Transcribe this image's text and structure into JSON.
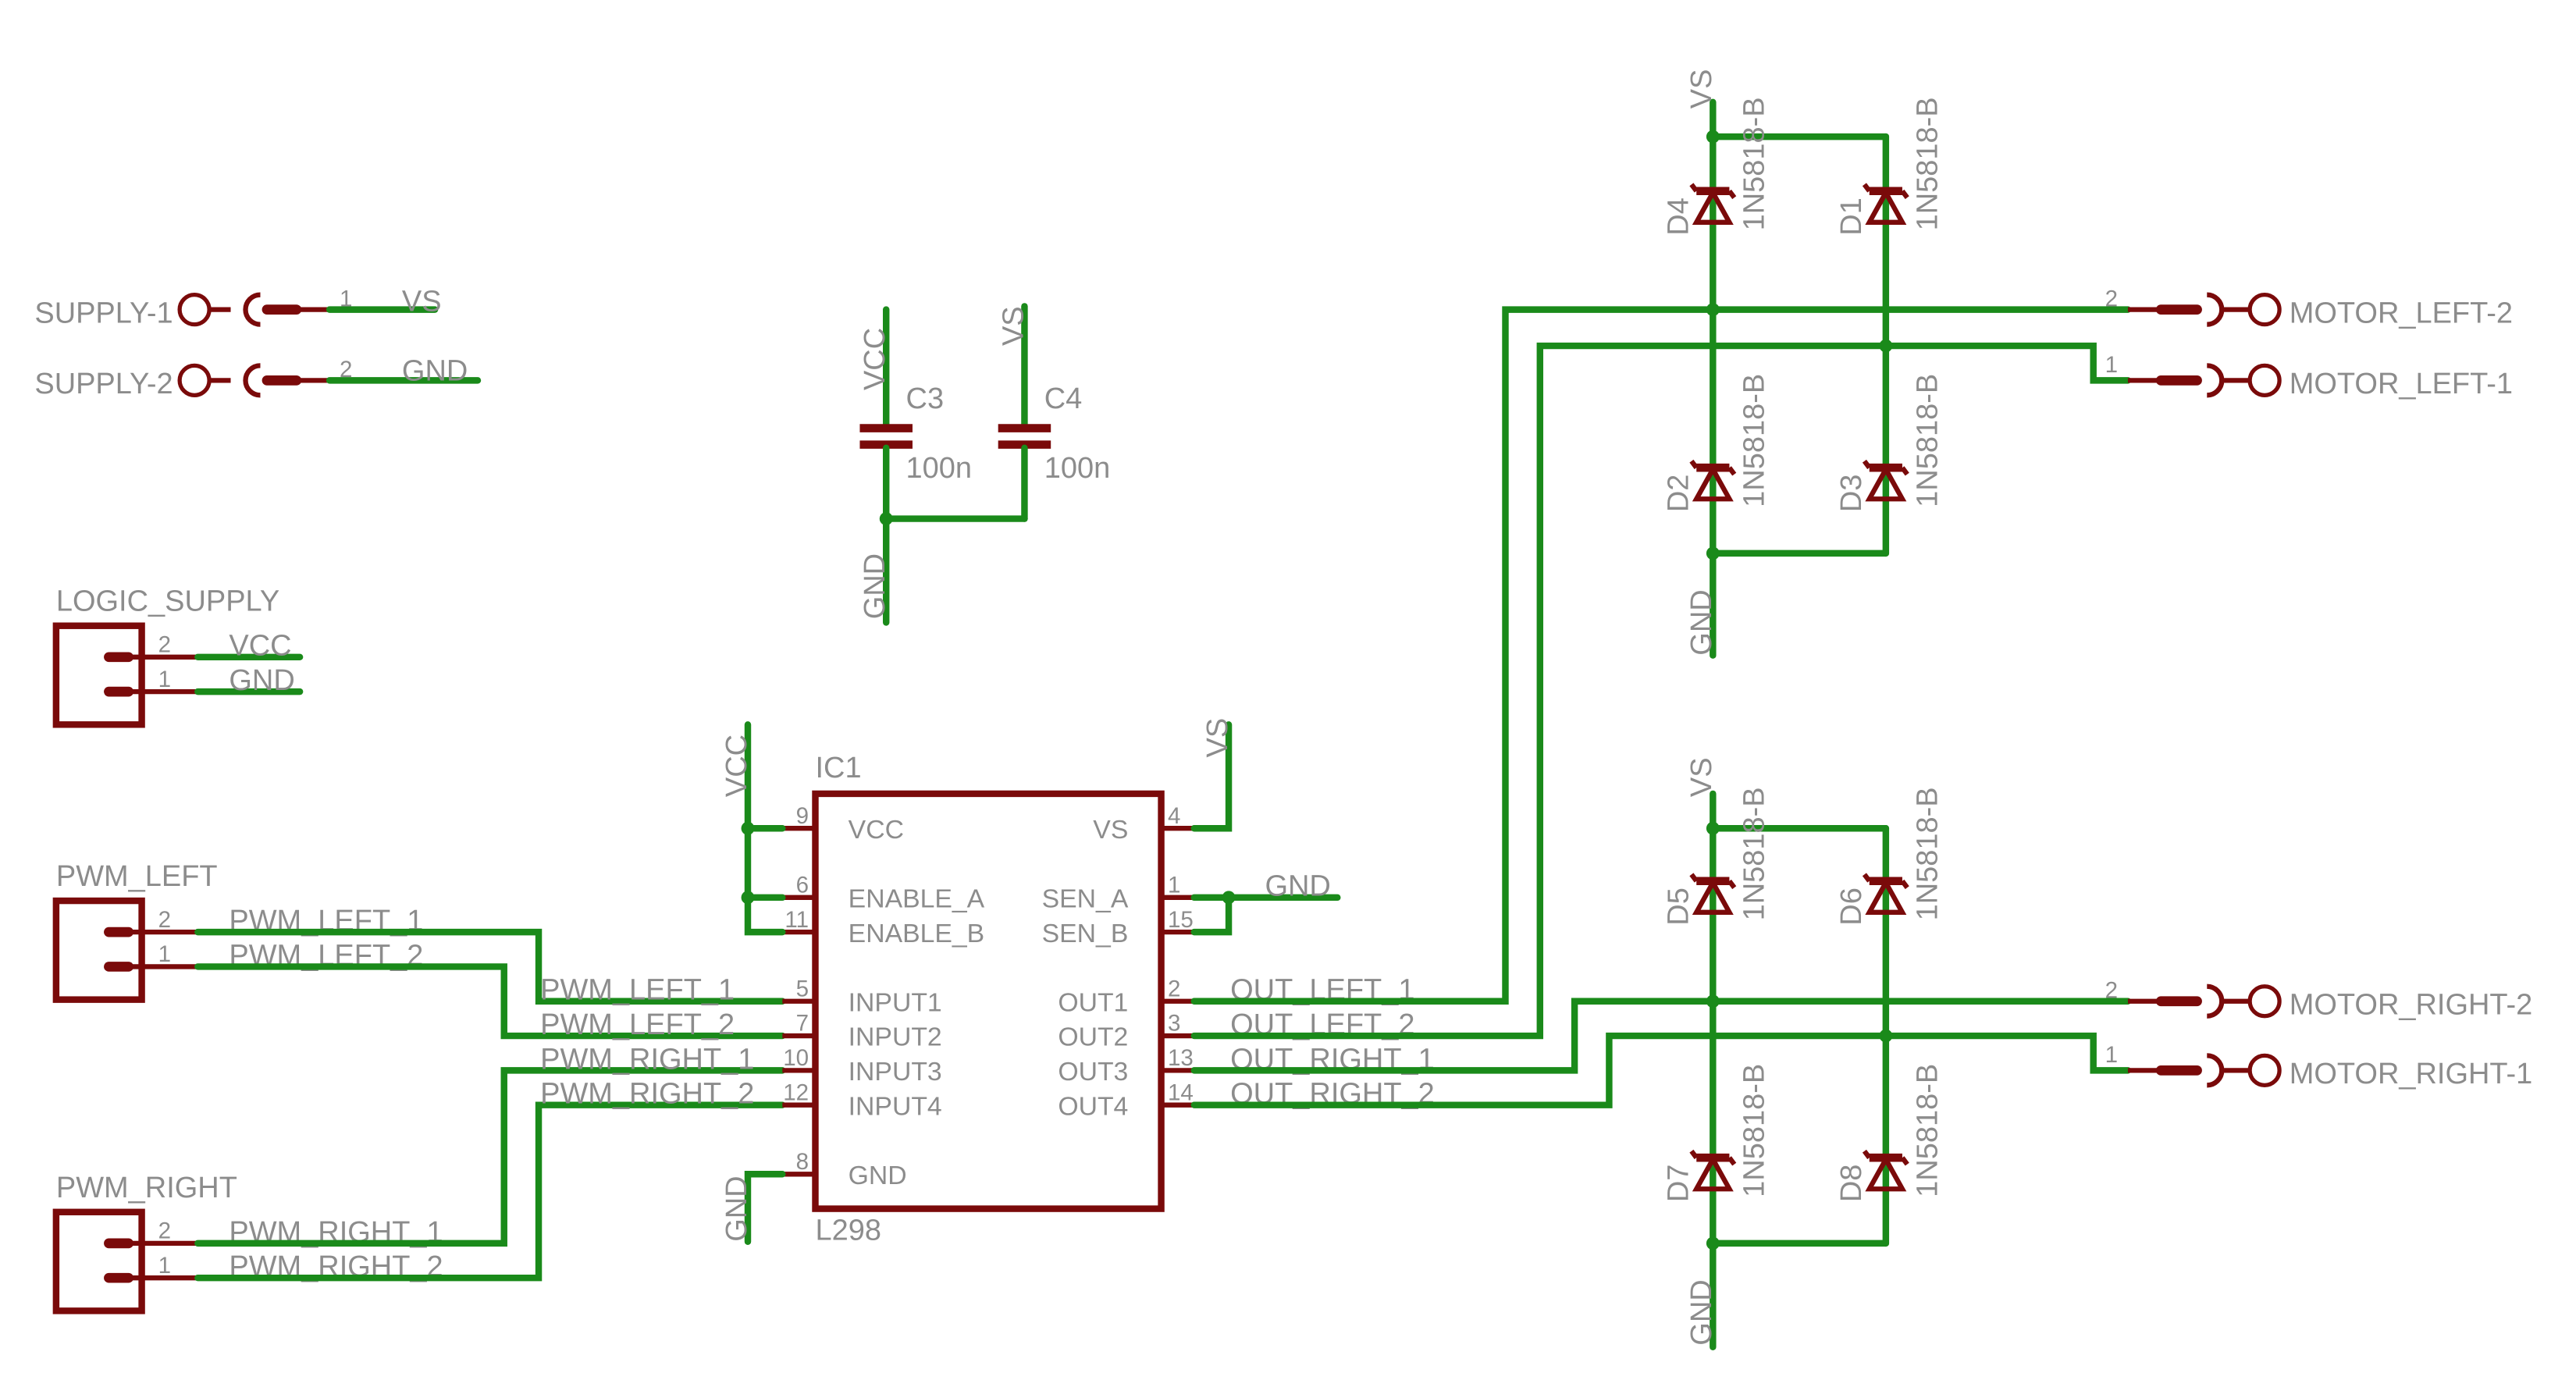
{
  "supply": {
    "ports": [
      {
        "label": "SUPPLY-1",
        "pin": "1",
        "net": "VS"
      },
      {
        "label": "SUPPLY-2",
        "pin": "2",
        "net": "GND"
      }
    ]
  },
  "caps": {
    "c3": {
      "name": "C3",
      "value": "100n",
      "top_net": "VCC",
      "bottom_net": "GND"
    },
    "c4": {
      "name": "C4",
      "value": "100n",
      "top_net": "VS"
    }
  },
  "logic_supply": {
    "title": "LOGIC_SUPPLY",
    "pins": [
      {
        "num": "2",
        "net": "VCC"
      },
      {
        "num": "1",
        "net": "GND"
      }
    ]
  },
  "pwm_left": {
    "title": "PWM_LEFT",
    "pins": [
      {
        "num": "2",
        "net": "PWM_LEFT_1"
      },
      {
        "num": "1",
        "net": "PWM_LEFT_2"
      }
    ]
  },
  "pwm_right": {
    "title": "PWM_RIGHT",
    "pins": [
      {
        "num": "2",
        "net": "PWM_RIGHT_1"
      },
      {
        "num": "1",
        "net": "PWM_RIGHT_2"
      }
    ]
  },
  "ic": {
    "name": "IC1",
    "part": "L298",
    "vcc_net": "VCC",
    "vs_net": "VS",
    "gnd_net": "GND",
    "sen_gnd_net": "GND",
    "left_pins": [
      {
        "num": "9",
        "label": "VCC",
        "net": ""
      },
      {
        "num": "6",
        "label": "ENABLE_A",
        "net": ""
      },
      {
        "num": "11",
        "label": "ENABLE_B",
        "net": ""
      },
      {
        "num": "5",
        "label": "INPUT1",
        "net": "PWM_LEFT_1"
      },
      {
        "num": "7",
        "label": "INPUT2",
        "net": "PWM_LEFT_2"
      },
      {
        "num": "10",
        "label": "INPUT3",
        "net": "PWM_RIGHT_1"
      },
      {
        "num": "12",
        "label": "INPUT4",
        "net": "PWM_RIGHT_2"
      },
      {
        "num": "8",
        "label": "GND",
        "net": ""
      }
    ],
    "right_pins": [
      {
        "num": "4",
        "label": "VS",
        "net": ""
      },
      {
        "num": "1",
        "label": "SEN_A",
        "net": ""
      },
      {
        "num": "15",
        "label": "SEN_B",
        "net": ""
      },
      {
        "num": "2",
        "label": "OUT1",
        "net": "OUT_LEFT_1"
      },
      {
        "num": "3",
        "label": "OUT2",
        "net": "OUT_LEFT_2"
      },
      {
        "num": "13",
        "label": "OUT3",
        "net": "OUT_RIGHT_1"
      },
      {
        "num": "14",
        "label": "OUT4",
        "net": "OUT_RIGHT_2"
      }
    ]
  },
  "diodes": {
    "part": "1N5818-B",
    "d1": "D1",
    "d2": "D2",
    "d3": "D3",
    "d4": "D4",
    "d5": "D5",
    "d6": "D6",
    "d7": "D7",
    "d8": "D8",
    "top_net": "VS",
    "bottom_net": "GND"
  },
  "motor_left": {
    "ports": [
      {
        "label": "MOTOR_LEFT-2",
        "pin": "2"
      },
      {
        "label": "MOTOR_LEFT-1",
        "pin": "1"
      }
    ]
  },
  "motor_right": {
    "ports": [
      {
        "label": "MOTOR_RIGHT-2",
        "pin": "2"
      },
      {
        "label": "MOTOR_RIGHT-1",
        "pin": "1"
      }
    ]
  },
  "colors": {
    "wire": "#1a8a1a",
    "symbol": "#7a0a0a",
    "text": "#8c8c8c",
    "background": "#ffffff"
  }
}
